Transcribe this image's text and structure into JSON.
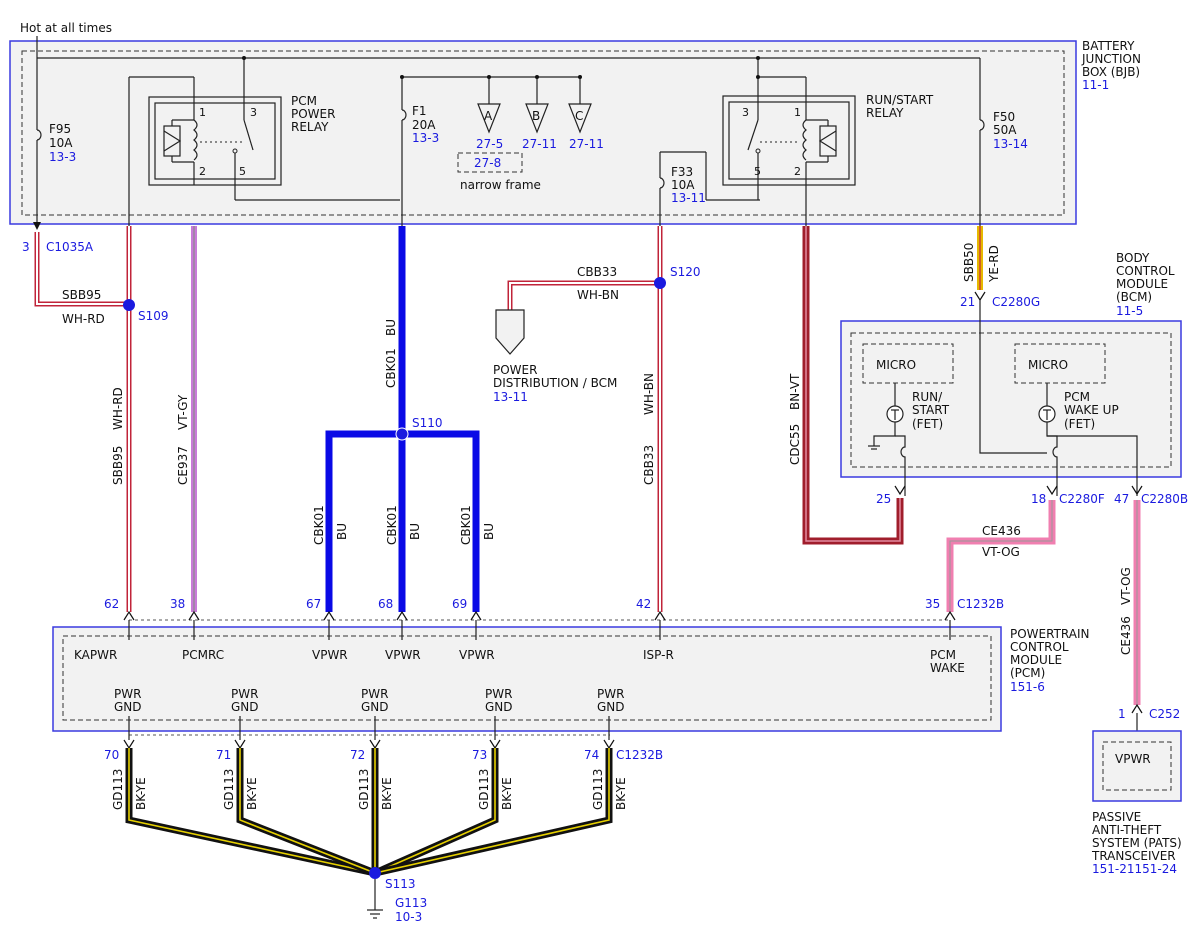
{
  "header": {
    "hot_label": "Hot at all times"
  },
  "bjb": {
    "title": [
      "BATTERY",
      "JUNCTION",
      "BOX (BJB)"
    ],
    "ref": "11-1",
    "pcm_relay": {
      "label": [
        "PCM",
        "POWER",
        "RELAY"
      ],
      "pins": [
        "1",
        "3",
        "2",
        "5"
      ]
    },
    "runstart_relay": {
      "label": [
        "RUN/START",
        "RELAY"
      ],
      "pins": [
        "3",
        "1",
        "5",
        "2"
      ]
    },
    "f95": {
      "name": "F95",
      "amps": "10A",
      "ref": "13-3"
    },
    "f1": {
      "name": "F1",
      "amps": "20A",
      "ref": "13-3"
    },
    "f50": {
      "name": "F50",
      "amps": "50A",
      "ref": "13-14"
    },
    "f33": {
      "name": "F33",
      "amps": "10A",
      "ref": "13-11"
    },
    "refs": [
      {
        "letter": "A",
        "ref": "27-5"
      },
      {
        "letter": "B",
        "ref": "27-11"
      },
      {
        "letter": "C",
        "ref": "27-11"
      }
    ],
    "narrow_ref": "27-8",
    "narrow_label": "narrow frame"
  },
  "connectors": {
    "c1035a": {
      "pin": "3",
      "name": "C1035A"
    },
    "c2280g": {
      "pin": "21",
      "name": "C2280G"
    },
    "c2280f": {
      "pin": "18",
      "name": "C2280F"
    },
    "c2280b": {
      "pin": "47",
      "name": "C2280B"
    },
    "bcm25": {
      "pin": "25"
    },
    "c1232b_top": {
      "name": "C1232B"
    },
    "c1232b_bottom": {
      "name": "C1232B"
    },
    "c252": {
      "pin": "1",
      "name": "C252"
    }
  },
  "splices": {
    "s109": "S109",
    "s110": "S110",
    "s120": "S120",
    "s113": "S113"
  },
  "wires": {
    "sbb95": {
      "circuit": "SBB95",
      "color": "WH-RD"
    },
    "ce937": {
      "circuit": "CE937",
      "color": "VT-GY"
    },
    "cbk01": {
      "circuit": "CBK01",
      "color": "BU"
    },
    "cbb33": {
      "circuit": "CBB33",
      "color": "WH-BN"
    },
    "cdc55": {
      "circuit": "CDC55",
      "color": "BN-VT"
    },
    "sbb50": {
      "circuit": "SBB50",
      "color": "YE-RD"
    },
    "ce436": {
      "circuit": "CE436",
      "color": "VT-OG"
    },
    "gd113": {
      "circuit": "GD113",
      "color": "BK-YE"
    }
  },
  "power_dist": {
    "label": [
      "POWER",
      "DISTRIBUTION / BCM"
    ],
    "ref": "13-11"
  },
  "bcm": {
    "title": [
      "BODY",
      "CONTROL",
      "MODULE",
      "(BCM)"
    ],
    "ref": "11-5",
    "micro": "MICRO",
    "fet1": [
      "RUN/",
      "START",
      "(FET)"
    ],
    "fet2": [
      "PCM",
      "WAKE UP",
      "(FET)"
    ]
  },
  "pcm": {
    "title": [
      "POWERTRAIN",
      "CONTROL",
      "MODULE",
      "(PCM)"
    ],
    "ref": "151-6",
    "pins_top": [
      "62",
      "38",
      "67",
      "68",
      "69",
      "42",
      "35"
    ],
    "labels_top": [
      "KAPWR",
      "PCMRC",
      "VPWR",
      "VPWR",
      "VPWR",
      "ISP-R"
    ],
    "wake": [
      "PCM",
      "WAKE"
    ],
    "gnd": [
      "PWR",
      "GND"
    ],
    "pins_bottom": [
      "70",
      "71",
      "72",
      "73",
      "74"
    ]
  },
  "ground": {
    "name": "G113",
    "ref": "10-3"
  },
  "pats": {
    "label": "VPWR",
    "title": [
      "PASSIVE",
      "ANTI-THEFT",
      "SYSTEM (PATS)",
      "TRANSCEIVER"
    ],
    "ref": "151-21151-24"
  },
  "wire_colors": {
    "red": "#c0243a",
    "blue": "#0a0ae6",
    "violet": "#c87ad8",
    "pink": "#f07fb0",
    "maroon": "#a01e2c",
    "yellow": "#e6b800",
    "black": "#111111"
  }
}
